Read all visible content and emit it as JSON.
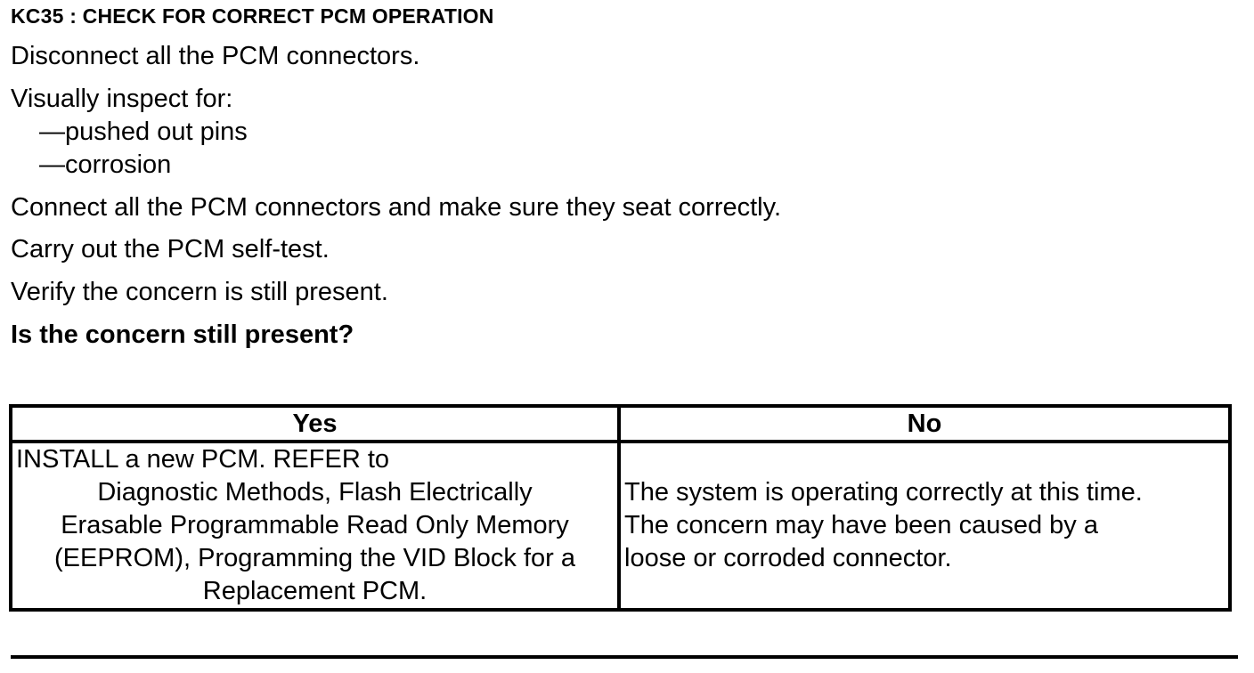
{
  "heading": "KC35 : CHECK FOR CORRECT PCM OPERATION",
  "steps": {
    "disconnect": "Disconnect all the PCM connectors.",
    "inspect_intro": "Visually inspect for:",
    "inspect_items": [
      "—pushed out pins",
      "—corrosion"
    ],
    "connect": "Connect all the PCM connectors and make sure they seat correctly.",
    "self_test": "Carry out the PCM self-test.",
    "verify": "Verify the concern is still present."
  },
  "question": "Is the concern still present?",
  "decision_table": {
    "yes_header": "Yes",
    "no_header": "No",
    "yes_lines": [
      "INSTALL a new PCM.  REFER to",
      "Diagnostic Methods, Flash Electrically",
      "Erasable Programmable Read Only Memory",
      "(EEPROM), Programming the VID Block for a",
      "Replacement PCM."
    ],
    "no_lines": [
      "The system is operating correctly at this time.",
      "The concern may have been caused by a",
      "loose or corroded connector."
    ]
  }
}
